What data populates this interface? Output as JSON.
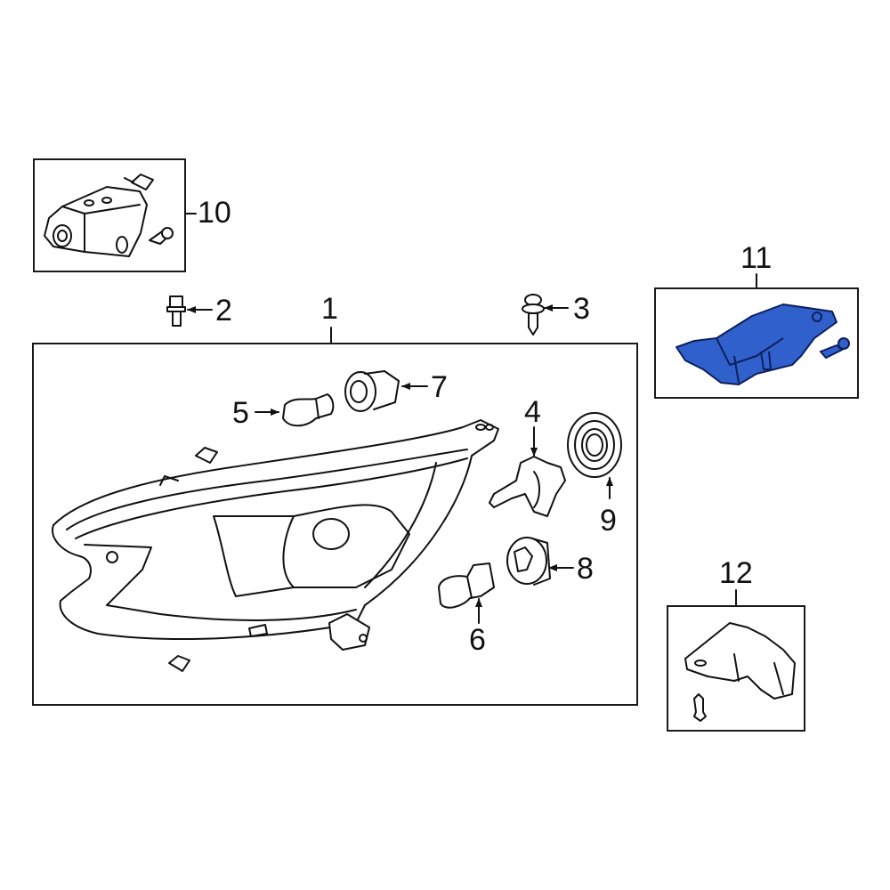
{
  "diagram": {
    "type": "exploded-parts-diagram",
    "subject": "Headlamp assembly",
    "highlight_color": "#3060cc",
    "line_color": "#111111",
    "callouts": [
      {
        "id": "1",
        "label": "1",
        "part": "headlamp-assembly"
      },
      {
        "id": "2",
        "label": "2",
        "part": "bolt"
      },
      {
        "id": "3",
        "label": "3",
        "part": "push-pin-clip"
      },
      {
        "id": "4",
        "label": "4",
        "part": "headlamp-bulb"
      },
      {
        "id": "5",
        "label": "5",
        "part": "bulb"
      },
      {
        "id": "6",
        "label": "6",
        "part": "wedge-bulb"
      },
      {
        "id": "7",
        "label": "7",
        "part": "bulb-socket"
      },
      {
        "id": "8",
        "label": "8",
        "part": "bulb-socket"
      },
      {
        "id": "9",
        "label": "9",
        "part": "seal-cap"
      },
      {
        "id": "10",
        "label": "10",
        "part": "mounting-bracket-kit"
      },
      {
        "id": "11",
        "label": "11",
        "part": "repair-bracket-highlighted"
      },
      {
        "id": "12",
        "label": "12",
        "part": "repair-bracket"
      }
    ]
  }
}
